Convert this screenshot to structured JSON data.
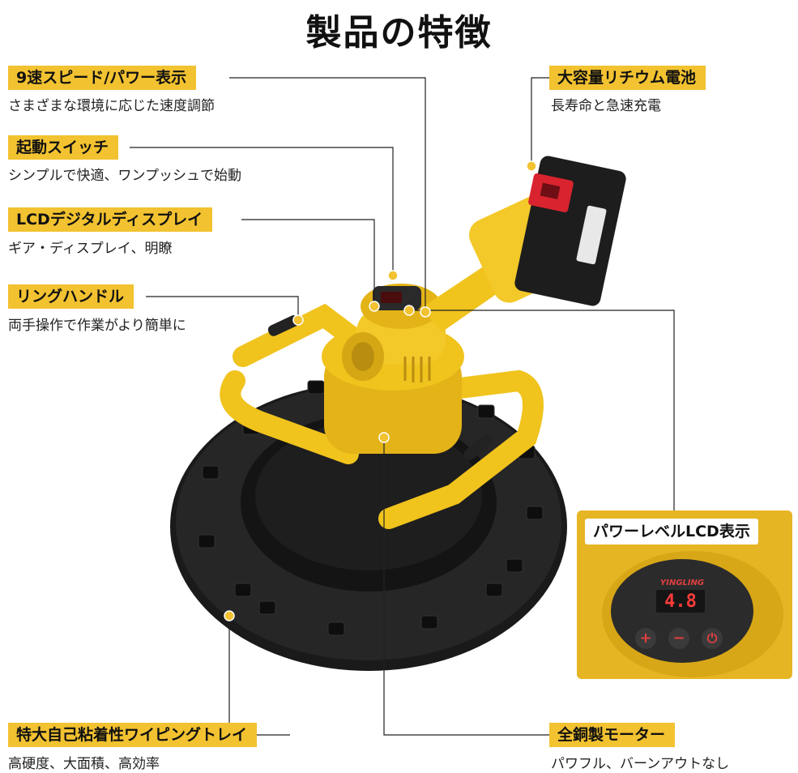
{
  "title": "製品の特徴",
  "features": {
    "speed": {
      "label": "9速スピード/パワー表示",
      "desc": "さまざまな環境に応じた速度調節"
    },
    "switch": {
      "label": "起動スイッチ",
      "desc": "シンプルで快適、ワンプッシュで始動"
    },
    "lcd": {
      "label": "LCDデジタルディスプレイ",
      "desc": "ギア・ディスプレイ、明瞭"
    },
    "handle": {
      "label": "リングハンドル",
      "desc": "両手操作で作業がより簡単に"
    },
    "battery": {
      "label": "大容量リチウム電池",
      "desc": "長寿命と急速充電"
    },
    "tray": {
      "label": "特大自己粘着性ワイピングトレイ",
      "desc": "高硬度、大面積、高効率"
    },
    "motor": {
      "label": "全銅製モーター",
      "desc": "パワフル、バーンアウトなし"
    }
  },
  "inset": {
    "label": "パワーレベルLCD表示",
    "brand": "YINGLING",
    "readout": "4.8"
  },
  "colors": {
    "accent": "#f2c230",
    "tool_body": "#f0c31d",
    "tray": "#1c1c1c",
    "lcd_digits": "#ff3b3b"
  },
  "icons": [
    "plus-icon",
    "minus-icon",
    "power-icon",
    "crosshair-icon"
  ]
}
